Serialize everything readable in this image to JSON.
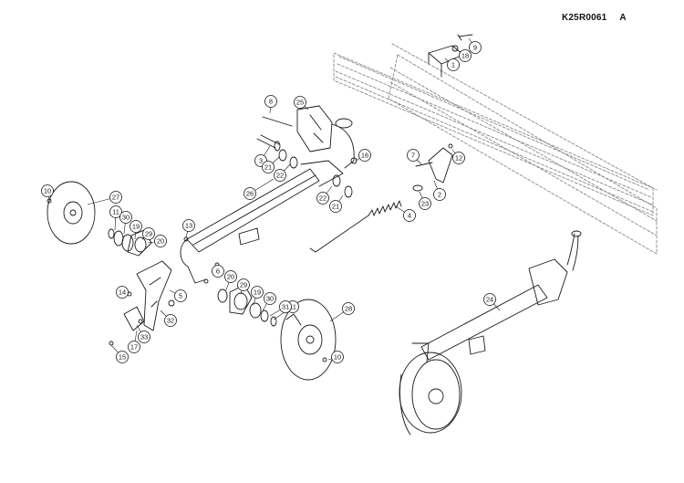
{
  "drawing": {
    "code": "K25R0061",
    "revision": "A"
  },
  "callouts": [
    "1",
    "2",
    "3",
    "4",
    "5",
    "6",
    "7",
    "8",
    "9",
    "10",
    "10",
    "11",
    "11",
    "12",
    "13",
    "14",
    "15",
    "16",
    "17",
    "18",
    "19",
    "19",
    "20",
    "20",
    "21",
    "21",
    "22",
    "22",
    "23",
    "24",
    "25",
    "26",
    "27",
    "28",
    "29",
    "29",
    "30",
    "30",
    "31",
    "32",
    "33"
  ],
  "style": {
    "line_color": "#1a1a1a",
    "hatch_color": "#b0b0b0",
    "callout_fill": "#ffffff"
  }
}
